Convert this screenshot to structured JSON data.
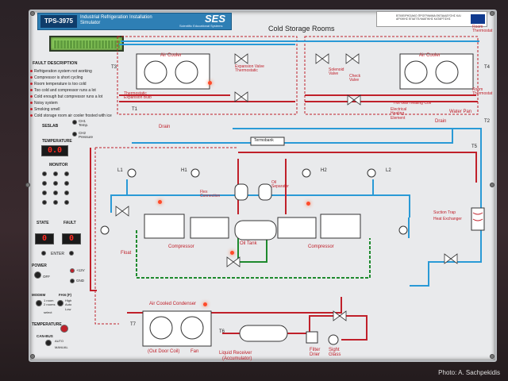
{
  "header": {
    "model": "TPS-3975",
    "title_line1": "Industrial Refrigeration Installation",
    "title_line2": "Simulator",
    "brand_logo": "SES",
    "brand_sub": "Scientific Educational Systems"
  },
  "eu_banner": {
    "text": "ΕΠΙΧΕΙΡΗΣΙΑΚΟ ΠΡΟΓΡΑΜΜΑ ΕΚΠΑΙΔΕΥΣΗΣ ΚΑΙ ΑΡΧΙΚΗΣ ΕΠΑΓΓΕΛΜΑΤΙΚΗΣ ΚΑΤΑΡΤΙΣΗΣ"
  },
  "main_title": "Cold Storage Rooms",
  "fault": {
    "heading": "FAULT DESCRIPTION",
    "items": [
      "Refrigeration system not working",
      "Compressor is short cycling",
      "Room temperature is too cold",
      "Too cold and compressor runs a lot",
      "Cold enough but compressor runs a lot",
      "Noisy system",
      "Smoking smell",
      "Cold storage room air cooler frosted with ice"
    ]
  },
  "sensors": {
    "seslab": "SESLAB",
    "ch1": "CH1 Temp.",
    "ch2": "CH2 Pressure"
  },
  "temperature": {
    "label": "TEMPERATURE",
    "value": "0.0"
  },
  "monitor": {
    "label": "MONITOR"
  },
  "state": {
    "label": "STATE",
    "value": "0"
  },
  "fault_display": {
    "label": "FAULT",
    "value": "0"
  },
  "enter": "ENTER",
  "power": {
    "label": "POWER",
    "off": "OFF",
    "v12": "+12V",
    "gnd": "GND"
  },
  "modes": {
    "modem": "MODEM",
    "fan": "FAN (F)",
    "opt1": "1 room",
    "opt2": "2 rooms",
    "high": "High",
    "low": "Low",
    "auto": "Auto",
    "select": "select"
  },
  "temp_bottom": {
    "label": "TEMPERATURE",
    "canbus": "CAN-BUS",
    "auto": "AUTO",
    "manual": "MANUAL"
  },
  "labels": {
    "air_cooler": "Air Cooler",
    "expansion_valve": "Expansion Valve Thermostatic",
    "thermostatic_bulb": "Thermostatic Expansion Bulb",
    "solenoid_valve": "Solenoid Valve",
    "check_valve": "Check Valve",
    "room_thermostat": "Room Thermostat",
    "hot_gas": "Hot Gas Heating Coil",
    "elec_heating": "Electrical Heating Element",
    "drain": "Drain",
    "water_pan": "Water Pan",
    "termobank": "Termobank",
    "oil_separator": "Oil Separator",
    "flex_connection": "Flex Connection",
    "oil_tank": "Oil Tank",
    "compressor": "Compressor",
    "float": "Float",
    "suction_trap": "Suction Trap",
    "heat_exchanger": "Heat Exchanger",
    "air_cooled_condenser": "Air Cooled Condenser",
    "outdoor_coil": "(Out Door Coil)",
    "fan": "Fan",
    "liquid_receiver": "Liquid Receiver",
    "accumulator": "(Accumulator)",
    "filter_drier": "Filter Drier",
    "sight_glass": "Sight Glass",
    "t1": "T1",
    "t2": "T2",
    "t3": "T3",
    "t4": "T4",
    "t5": "T5",
    "t6": "T6",
    "t7": "T7",
    "l1": "L1",
    "l2": "L2",
    "h1": "H1",
    "h2": "H2"
  },
  "credit": "Photo: A. Sachpekidis",
  "colors": {
    "red_pipe": "#c0202a",
    "blue_pipe": "#2a9ad6",
    "green_pipe": "#1e8a2e",
    "panel": "#e9eaec"
  }
}
